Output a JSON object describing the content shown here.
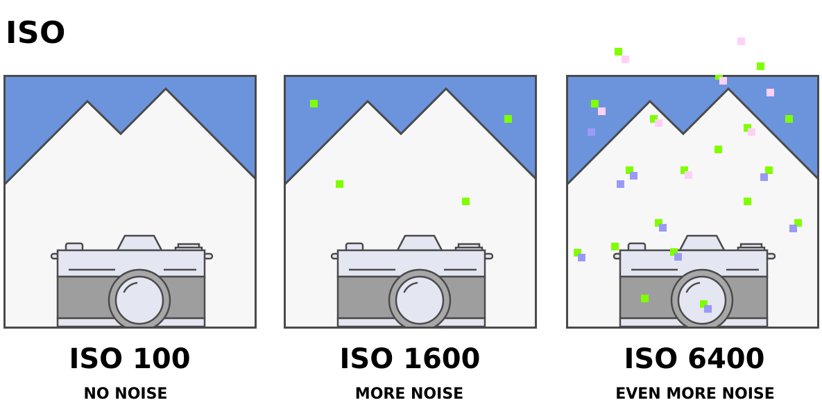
{
  "heading": "ISO",
  "panels": [
    {
      "iso": "ISO 100",
      "noise": "NO NOISE"
    },
    {
      "iso": "ISO 1600",
      "noise": "MORE NOISE"
    },
    {
      "iso": "ISO 6400",
      "noise": "EVEN MORE NOISE"
    }
  ],
  "colors": {
    "sky": "#6b94dd",
    "mountain": "#f7f7f7",
    "outline": "#4a4a4a",
    "camera_body": "#e4e6f2",
    "camera_grip": "#9e9e9e",
    "lens_ring": "#a7a7a7",
    "lens_glass": "#e4e6f2",
    "noise_green": "#7fff00",
    "noise_pink": "#ffd0f5",
    "noise_blue": "#9a9af5"
  }
}
